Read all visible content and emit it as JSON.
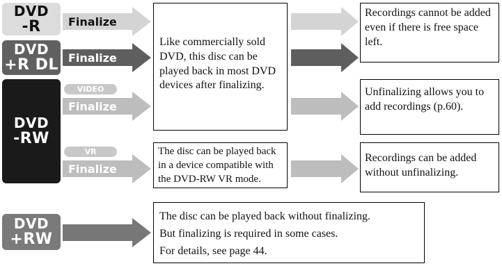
{
  "discs": {
    "dvd_r": {
      "line1": "DVD",
      "line2": "-R"
    },
    "dvd_r_dl": {
      "line1": "DVD",
      "line2": "+R DL"
    },
    "dvd_rw": {
      "line1": "DVD",
      "line2": "-RW"
    },
    "dvd_plus_rw": {
      "line1": "DVD",
      "line2": "+RW"
    }
  },
  "arrows": {
    "finalize_r": "Finalize",
    "finalize_r_dl": "Finalize",
    "video_mode": "VIDEO",
    "finalize_video": "Finalize",
    "vr_mode": "VR",
    "finalize_vr": "Finalize"
  },
  "boxes": {
    "playback_after_finalize": "Like commercially sold DVD, this disc can be played back in most DVD devices after finalizing.",
    "vr_playback": "The disc can be played back in a device compatible with the DVD-RW VR mode.",
    "cannot_add": "Recordings cannot be added even if there is free space left.",
    "unfinalize": "Unfinalizing allows you to add recordings (p.60).",
    "can_add": "Recordings can be added without unfinalizing.",
    "plus_rw_line1": "The disc can be played back without finalizing.",
    "plus_rw_line2": "But finalizing is required in some cases.",
    "plus_rw_line3": "For details, see page 44."
  },
  "colors": {
    "light_arrow": "#d4d4d4",
    "dark_arrow": "#5e5e5e",
    "mid_arrow": "#bdbdbd",
    "plus_rw_arrow": "#777777"
  }
}
